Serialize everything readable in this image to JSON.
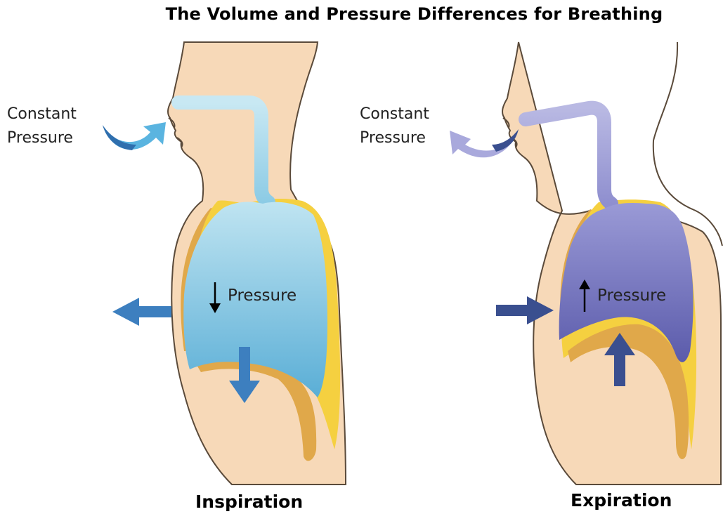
{
  "title": "The Volume and Pressure Differences for Breathing",
  "panels": [
    {
      "caption": "Inspiration",
      "outside_label_line1": "Constant",
      "outside_label_line2": "Pressure",
      "lung_label": "Pressure",
      "pressure_change": "decrease",
      "airflow": "into the body",
      "lung_color": "#7fc4e0"
    },
    {
      "caption": "Expiration",
      "outside_label_line1": "Constant",
      "outside_label_line2": "Pressure",
      "lung_label": "Pressure",
      "pressure_change": "increase",
      "airflow": "out of the body",
      "lung_color": "#6c6cb8"
    }
  ],
  "colors": {
    "skin": "#f7d9b8",
    "pleura": "#f5d040",
    "rib": "#e0a84a",
    "arrow_inspiration": "#3d7fbf",
    "arrow_expiration": "#3a4f8f"
  }
}
